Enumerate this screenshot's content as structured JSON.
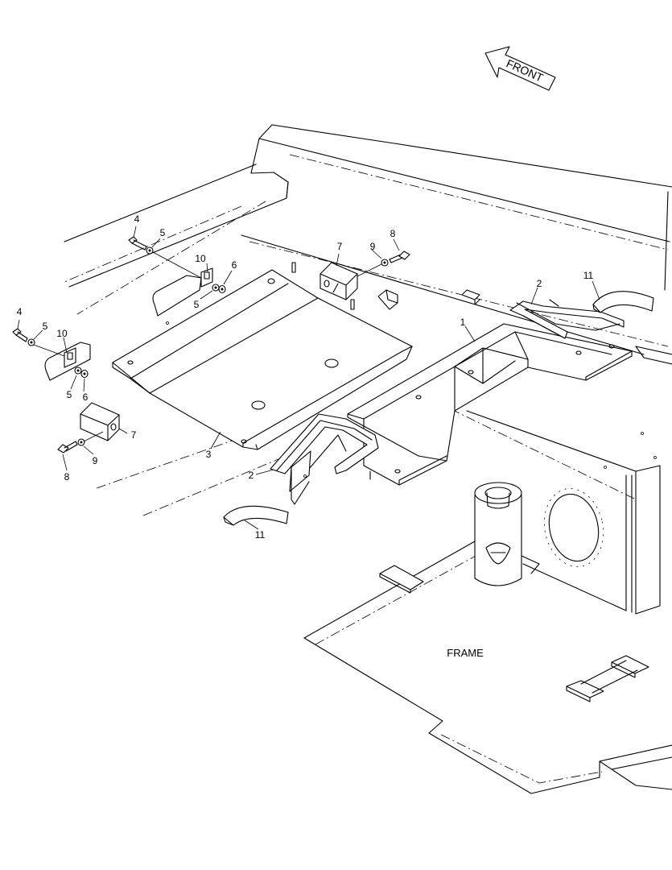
{
  "front_arrow": {
    "label": "FRONT"
  },
  "frame_label": "FRAME",
  "callouts": [
    {
      "id": "c4a",
      "text": "4"
    },
    {
      "id": "c5a",
      "text": "5"
    },
    {
      "id": "c10a",
      "text": "10"
    },
    {
      "id": "c6a",
      "text": "6"
    },
    {
      "id": "c5b",
      "text": "5"
    },
    {
      "id": "c4b",
      "text": "4"
    },
    {
      "id": "c5c",
      "text": "5"
    },
    {
      "id": "c10b",
      "text": "10"
    },
    {
      "id": "c5d",
      "text": "5"
    },
    {
      "id": "c6b",
      "text": "6"
    },
    {
      "id": "c7a",
      "text": "7"
    },
    {
      "id": "c9a",
      "text": "9"
    },
    {
      "id": "c8a",
      "text": "8"
    },
    {
      "id": "c7b",
      "text": "7"
    },
    {
      "id": "c9b",
      "text": "9"
    },
    {
      "id": "c8b",
      "text": "8"
    },
    {
      "id": "c3",
      "text": "3"
    },
    {
      "id": "c1",
      "text": "1"
    },
    {
      "id": "c2a",
      "text": "2"
    },
    {
      "id": "c11a",
      "text": "11"
    },
    {
      "id": "c2b",
      "text": "2"
    },
    {
      "id": "c11b",
      "text": "11"
    }
  ]
}
